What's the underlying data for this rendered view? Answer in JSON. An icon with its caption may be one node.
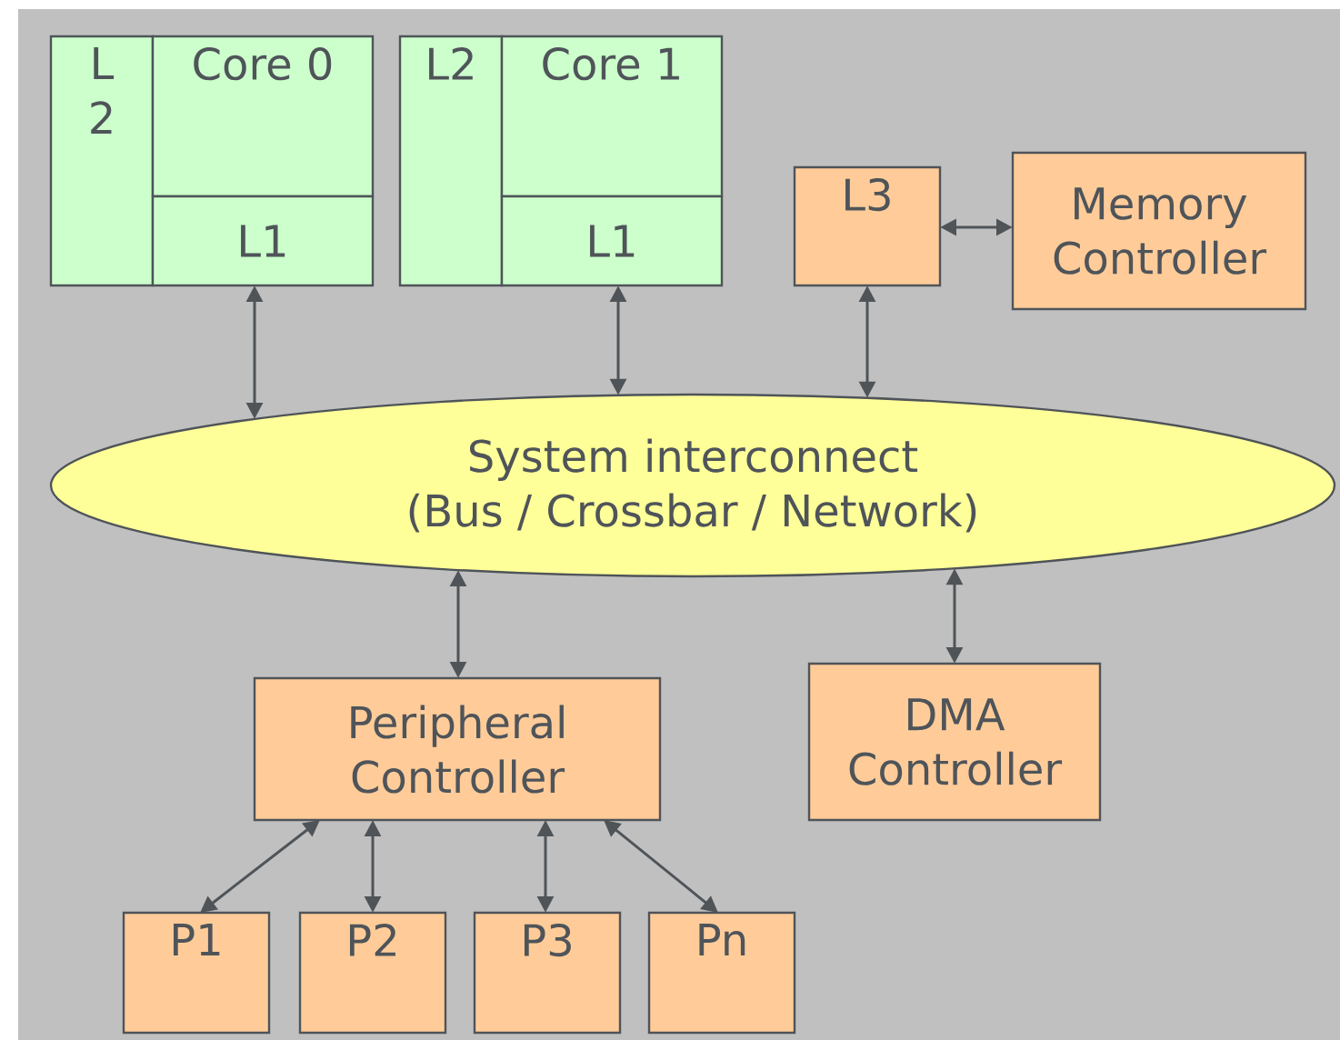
{
  "diagram": {
    "nodes": [
      {
        "text": [
          "L 2"
        ]
      },
      {
        "text": [
          "Core 0"
        ]
      },
      {
        "text": [
          "L1"
        ]
      },
      {
        "text": [
          "L2"
        ]
      },
      {
        "text": [
          "Core 1"
        ]
      },
      {
        "text": [
          "L1"
        ]
      },
      {
        "text": [
          "L3"
        ]
      },
      {
        "text": [
          "Memory Controller"
        ]
      },
      {
        "text": [
          "System interconnect",
          "(Bus / Crossbar / Network)"
        ]
      },
      {
        "text": [
          "Peripheral Controller"
        ]
      },
      {
        "text": [
          "DMA Controller"
        ]
      },
      {
        "text": [
          "P1"
        ]
      },
      {
        "text": [
          "P2"
        ]
      },
      {
        "text": [
          "P3"
        ]
      },
      {
        "text": [
          "Pn"
        ]
      }
    ],
    "edges": [
      {
        "from": 2,
        "to": 8,
        "arrow": "both"
      },
      {
        "from": 5,
        "to": 8,
        "arrow": "both"
      },
      {
        "from": 6,
        "to": 8,
        "arrow": "both"
      },
      {
        "from": 6,
        "to": 7,
        "arrow": "both"
      },
      {
        "from": 8,
        "to": 9,
        "arrow": "both"
      },
      {
        "from": 8,
        "to": 10,
        "arrow": "both"
      },
      {
        "from": 9,
        "to": 11,
        "arrow": "both"
      },
      {
        "from": 9,
        "to": 12,
        "arrow": "both"
      },
      {
        "from": 9,
        "to": 13,
        "arrow": "both"
      },
      {
        "from": 9,
        "to": 14,
        "arrow": "both"
      }
    ]
  }
}
